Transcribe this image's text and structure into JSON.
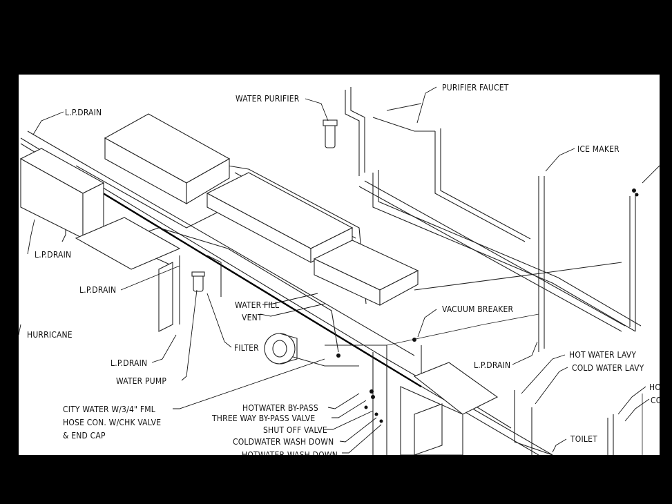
{
  "colors": {
    "frame": "#000000",
    "paper": "#ffffff",
    "ink": "#111111"
  },
  "labels": {
    "water_purifier": "WATER PURIFIER",
    "purifier_faucet": "PURIFIER FAUCET",
    "ice_maker": "ICE MAKER",
    "lp_drain_top": "L.P.DRAIN",
    "lp_drain_left": "L.P.DRAIN",
    "lp_drain_mid": "L.P.DRAIN",
    "lp_drain_bottom": "L.P.DRAIN",
    "lp_drain_right": "L.P.DRAIN",
    "hurricane": "HURRICANE",
    "water_fill": "WATER FILL",
    "vent": "VENT",
    "filter": "FILTER",
    "water_pump": "WATER PUMP",
    "vacuum_breaker": "VACUUM BREAKER",
    "hot_water_lavy": "HOT WATER LAVY",
    "cold_water_lavy": "COLD WATER LAVY",
    "toilet": "TOILET",
    "city_water_1": "CITY WATER W/3/4\" FML",
    "city_water_2": "HOSE CON. W/CHK VALVE",
    "city_water_3": "& END CAP",
    "hotwater_bypass": "HOTWATER BY-PASS",
    "three_way": "THREE WAY BY-PASS VALVE",
    "shut_off": "SHUT OFF VALVE",
    "coldwater_wash": "COLDWATER WASH DOWN",
    "hotwater_wash": "HOTWATER WASH DOWN",
    "cut_ho": "HO",
    "cut_co": "CO"
  }
}
